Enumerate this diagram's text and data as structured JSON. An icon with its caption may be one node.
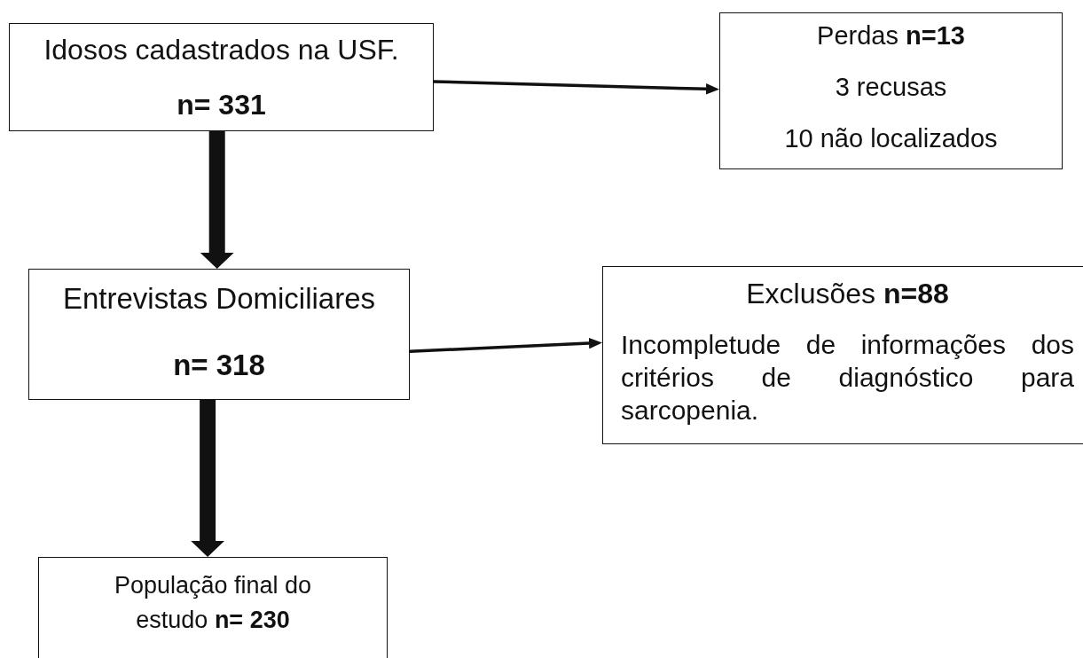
{
  "diagram": {
    "nodes": [
      {
        "text": [
          "Idosos cadastrados na USF.",
          "n= 331"
        ]
      },
      {
        "text": [
          "Perdas **n=13**",
          "3 recusas",
          "10 não localizados"
        ]
      },
      {
        "text": [
          "Entrevistas Domiciliares",
          "n= 318"
        ]
      },
      {
        "text": [
          "Exclusões **n=88**",
          "Incompletude de informações dos critérios de diagnóstico para sarcopenia."
        ]
      },
      {
        "text": [
          "População final do estudo **n= 230**"
        ]
      }
    ],
    "edges": [
      {
        "from": 0,
        "to": 1,
        "arrow": "to"
      },
      {
        "from": 0,
        "to": 2,
        "arrow": "to",
        "style": "thick"
      },
      {
        "from": 2,
        "to": 3,
        "arrow": "to"
      },
      {
        "from": 2,
        "to": 4,
        "arrow": "to",
        "style": "thick"
      }
    ]
  }
}
